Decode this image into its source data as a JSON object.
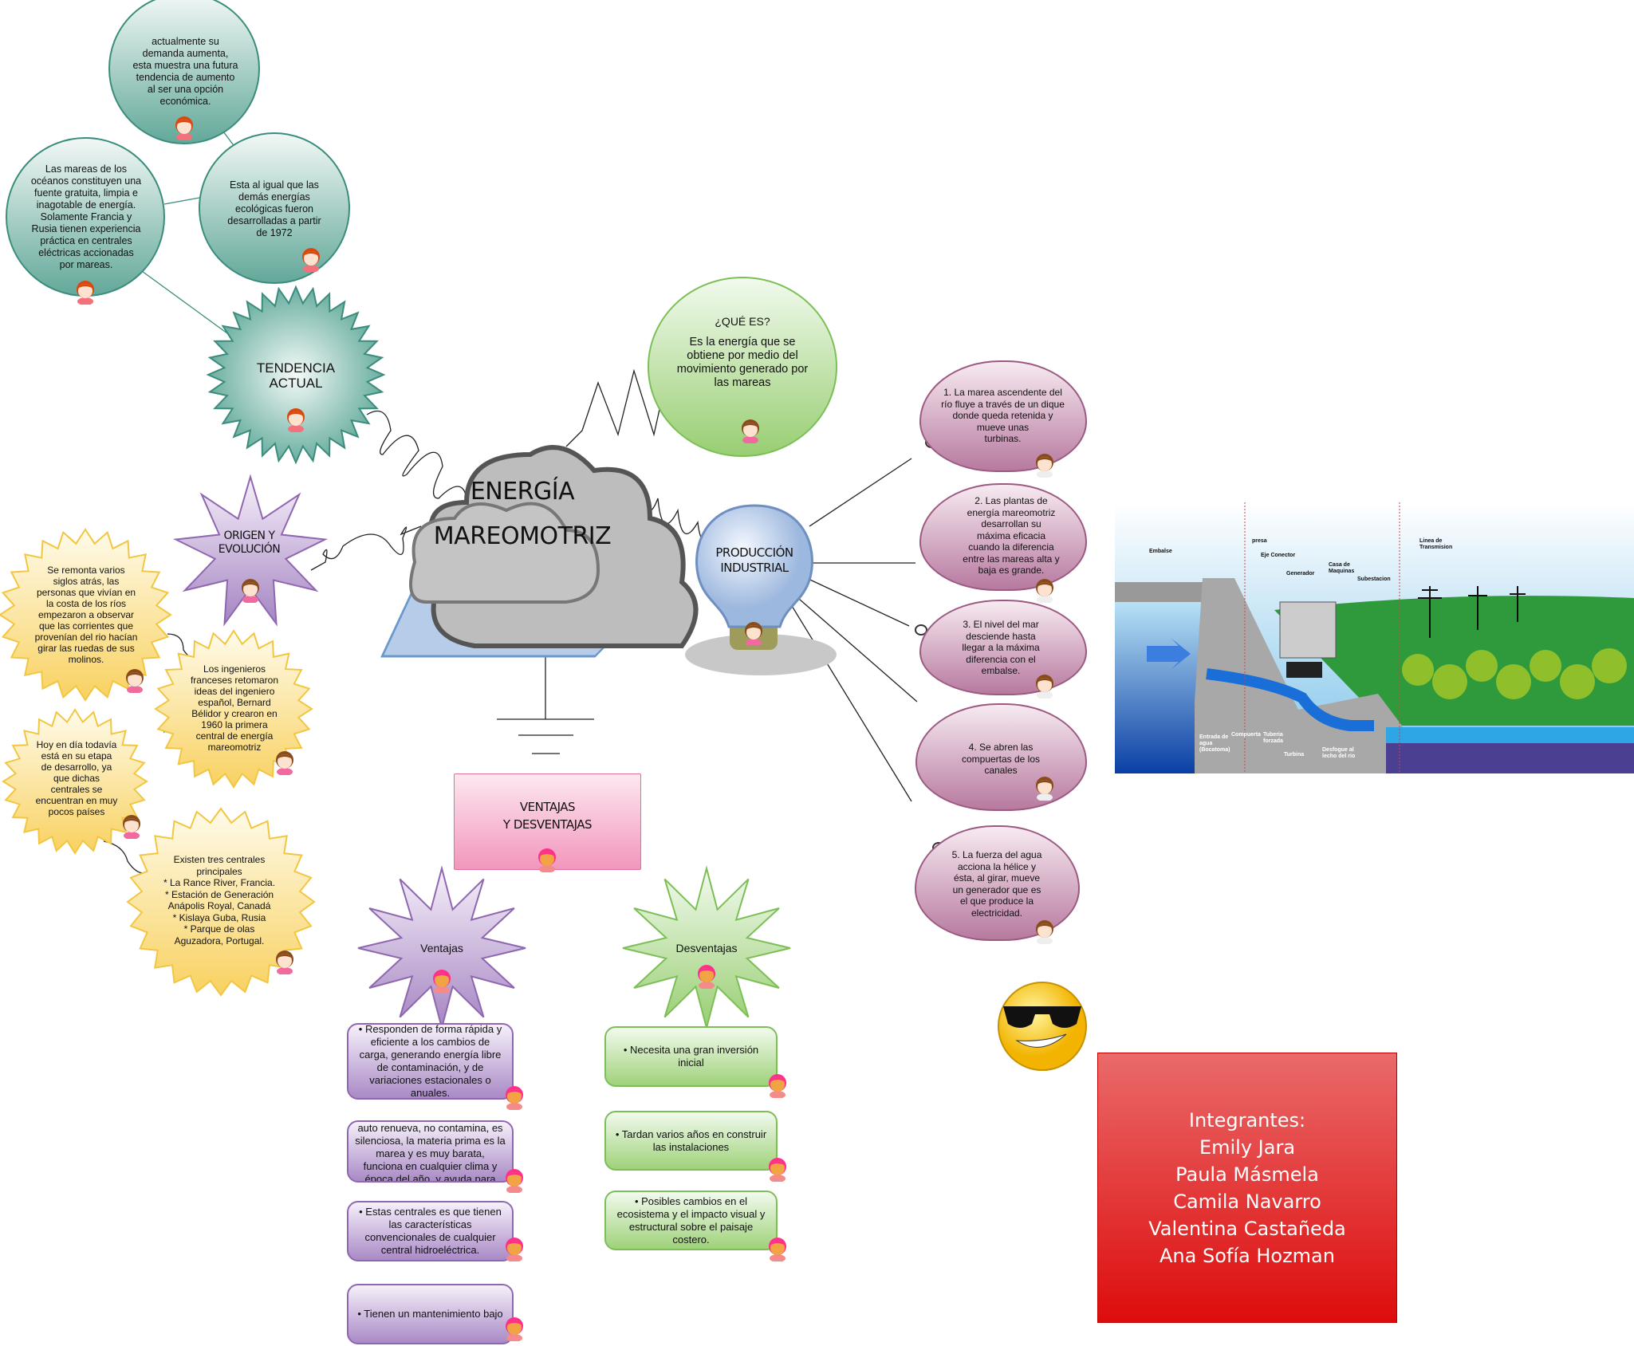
{
  "center": {
    "line1": "ENERGÍA",
    "line2": "MAREOMOTRIZ"
  },
  "tendencia": {
    "title": "TENDENCIA\nACTUAL",
    "bubbles": [
      "actualmente su\ndemanda aumenta,\nesta muestra una futura\ntendencia  de aumento\nal ser   una opción\neconómica.",
      "Las mareas de los\nocéanos constituyen una\nfuente gratuita, limpia e\ninagotable de energía.\nSolamente Francia y\nRusia tienen experiencia\npráctica en centrales\neléctricas accionadas\npor mareas.",
      "Esta al igual que las\ndemás  energías\necológicas fueron\ndesarrolladas a partir\nde 1972"
    ]
  },
  "origen": {
    "title": "ORIGEN Y\nEVOLUCIÓN",
    "bubbles": [
      "Se remonta varios\nsiglos atrás, las\npersonas que vivían en\nla costa de los ríos\nempezaron a observar\nque las corrientes que\nprovenían del rio hacían\ngirar las ruedas de sus\nmolinos.",
      "Los ingenieros\nfranceses retomaron\nideas del ingeniero\nespañol, Bernard\nBélidor y crearon en\n1960 la primera\ncentral de energía\nmareomotriz",
      "Hoy en día todavía\nestá en su etapa\nde desarrollo, ya\nque dichas\ncentrales se\nencuentran en muy\npocos países",
      "Existen tres centrales\nprincipales\n* La Rance River, Francia.\n* Estación de Generación\nAnápolis Royal, Canadá\n* Kislaya Guba, Rusia\n* Parque de olas\nAguzadora, Portugal."
    ]
  },
  "que_es": {
    "title": "¿QUÉ ES?",
    "text": "Es la energía que  se\nobtiene por medio del\nmovimiento generado por\nlas mareas"
  },
  "produccion": {
    "title": "PRODUCCIÓN\nINDUSTRIAL",
    "steps": [
      "1.  La marea ascendente del\nrío fluye a través de un dique\ndonde queda retenida y\nmueve unas\n      turbinas.",
      "2.  Las plantas de\nenergía mareomotriz\ndesarrollan  su\nmáxima eficacia\ncuando la diferencia\nentre las mareas alta y\nbaja es grande.",
      "3.  El nivel del mar\ndesciende hasta\nllegar a la máxima\ndiferencia con el\nembalse.",
      "4.  Se abren las\ncompuertas de los\ncanales",
      "5.  La fuerza del agua\nacciona la hélice y\nésta, al girar, mueve\nun generador que es\nel que produce la\nelectricidad."
    ]
  },
  "diagram_labels": {
    "embalse": "Embalse",
    "presa": "presa",
    "eje": "Eje Conector",
    "generador": "Generador",
    "casa": "Casa de\nMaquinas",
    "subestacion": "Subestacion",
    "linea": "Linea de\nTransmision",
    "entrada": "Entrada de\nagua\n(Bocatoma)",
    "compuerta": "Compuerta",
    "tuberia": "Tuberia\nforzada",
    "turbina": "Turbina",
    "desfogue": "Desfogue al\nlecho del rio"
  },
  "ventajas_desventajas": {
    "title": "VENTAJAS\nY DESVENTAJAS",
    "ventajas_label": "Ventajas",
    "desventajas_label": "Desventajas",
    "ventajas": [
      "•     Responden de forma rápida y eficiente a los cambios de carga, generando energía libre de contaminación, y de variaciones estacionales o anuales.",
      "auto renueva, no contamina, es silenciosa, la materia prima es la marea y es muy barata, funciona en cualquier clima y época del año, y ayuda para",
      "•    Estas centrales es que tienen las características convencionales de cualquier central hidroeléctrica.",
      "•    Tienen un mantenimiento bajo"
    ],
    "desventajas": [
      "•    Necesita una gran inversión inicial",
      "•    Tardan varios años en construir las instalaciones",
      "•    Posibles cambios en el ecosistema y el impacto visual y estructural sobre el paisaje costero."
    ]
  },
  "integrantes": {
    "title": "Integrantes:",
    "names": [
      "Emily Jara",
      "Paula Másmela",
      "Camila Navarro",
      "Valentina Castañeda",
      "Ana Sofía Hozman"
    ]
  },
  "colors": {
    "teal": "#6aaea0",
    "yellow": "#f9d56a",
    "purple": "#a98ac6",
    "pink": "#b77a9f",
    "green": "#9fd27a",
    "red": "#dd0c0c"
  }
}
